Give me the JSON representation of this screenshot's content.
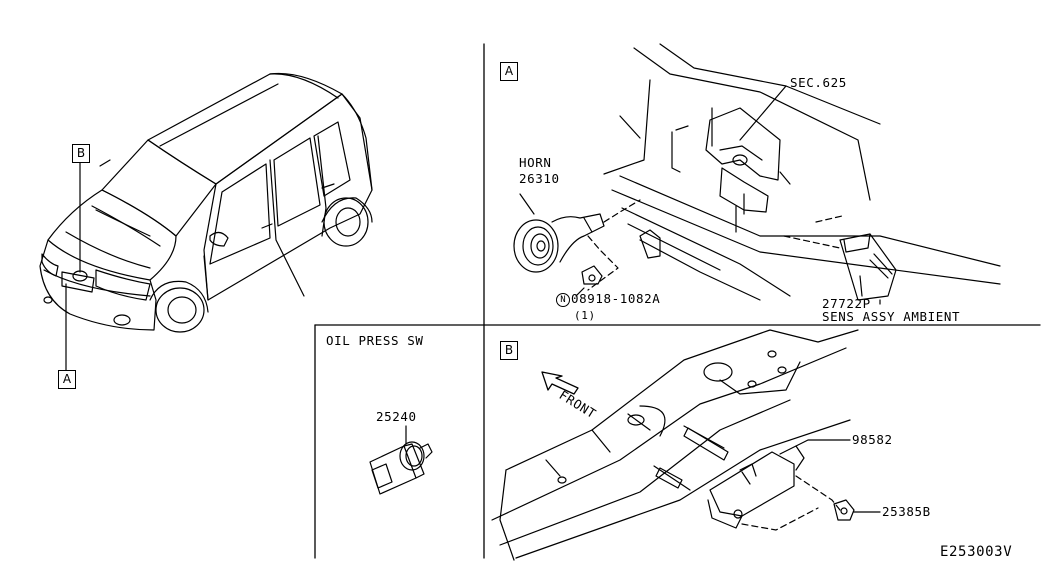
{
  "callouts": {
    "overview_b": "B",
    "overview_a": "A",
    "panel_a": "A",
    "panel_b": "B"
  },
  "panel_a": {
    "sec_ref": "SEC.625",
    "horn_name": "HORN",
    "horn_part": "26310",
    "nut_marker": "N",
    "nut_part": "08918-1082A",
    "nut_qty": "(1)",
    "sensor_part": "27722P",
    "sensor_name": "SENS ASSY AMBIENT"
  },
  "oil_panel": {
    "title": "OIL PRESS SW",
    "switch_part": "25240"
  },
  "panel_b": {
    "front_label": "FRONT",
    "sensor_part": "98582",
    "bolt_part": "25385B"
  },
  "diagram_code": "E253003V"
}
